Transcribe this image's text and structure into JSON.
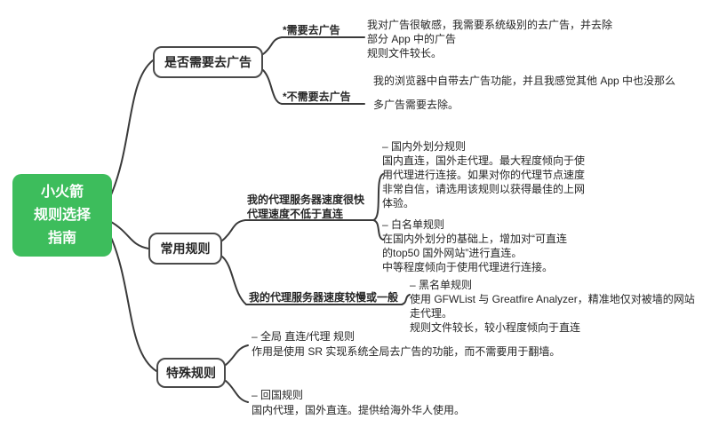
{
  "colors": {
    "root_bg": "#3dbd5c",
    "root_text": "#ffffff",
    "line": "#3a3a3a",
    "node_border": "#4a4a4a",
    "text": "#262626"
  },
  "root": {
    "title": "小火箭\n规则选择\n指南"
  },
  "branches": {
    "ad": {
      "title": "是否需要去广告",
      "need": {
        "label": "*需要去广告",
        "desc": "我对广告很敏感，我需要系统级别的去广告，并去除\n部分 App 中的广告\n规则文件较长。"
      },
      "no_need": {
        "label": "*不需要去广告",
        "desc": "我的浏览器中自带去广告功能，并且我感觉其他 App 中也没那么\n多广告需要去除。"
      }
    },
    "common": {
      "title": "常用规则",
      "fast_proxy": {
        "label": "我的代理服务器速度很快\n代理速度不低于直连",
        "domestic_split": "– 国内外划分规则\n国内直连，国外走代理。最大程度倾向于使\n用代理进行连接。如果对你的代理节点速度\n非常自信，请选用该规则以获得最佳的上网\n体验。",
        "whitelist": "– 白名单规则\n在国内外划分的基础上，增加对“可直连\n的top50 国外网站”进行直连。\n中等程度倾向于使用代理进行连接。"
      },
      "slow_proxy": {
        "label": "我的代理服务器速度较慢或一般",
        "blacklist": "– 黑名单规则\n使用 GFWList 与 Greatfire Analyzer，精准地仅对被墙的网站走代理。\n规则文件较长，较小程度倾向于直连"
      }
    },
    "special": {
      "title": "特殊规则",
      "global_rule": "– 全局 直连/代理 规则\n作用是使用 SR 实现系统全局去广告的功能，而不需要用于翻墙。",
      "return_cn_rule": "– 回国规则\n国内代理，国外直连。提供给海外华人使用。"
    }
  }
}
